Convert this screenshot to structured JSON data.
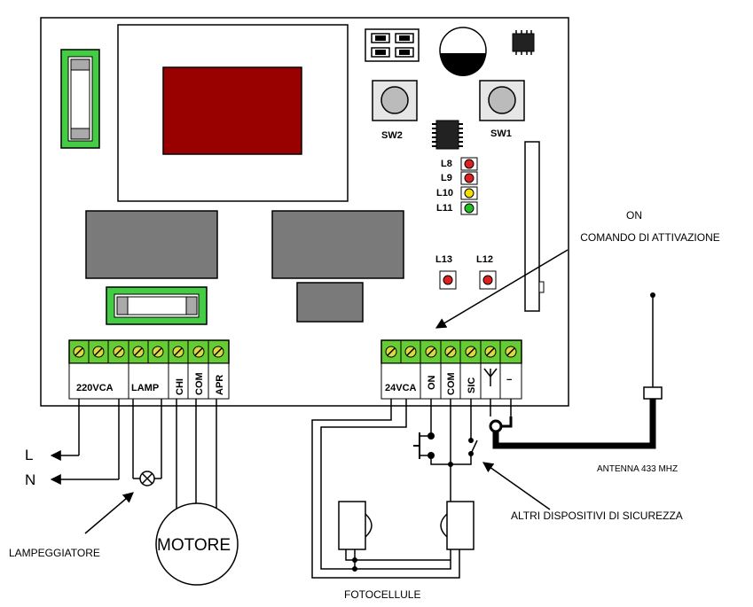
{
  "buttons": {
    "sw1": "SW1",
    "sw2": "SW2"
  },
  "leds": [
    {
      "label": "L8",
      "color": "#e02020"
    },
    {
      "label": "L9",
      "color": "#e02020"
    },
    {
      "label": "L10",
      "color": "#f0e000"
    },
    {
      "label": "L11",
      "color": "#20c020"
    }
  ],
  "leds2": {
    "l13": "L13",
    "l12": "L12"
  },
  "terminals_left": {
    "t1": "220VCA",
    "t2": "LAMP",
    "t3": "CHI",
    "t4": "COM",
    "t5": "APR"
  },
  "terminals_right": {
    "t1": "24VCA",
    "t2": "ON",
    "t3": "COM",
    "t4": "SIC",
    "t5": "−"
  },
  "annotations": {
    "on_line1": "ON",
    "on_line2": "COMANDO DI ATTIVAZIONE",
    "antenna": "ANTENNA 433 MHZ",
    "altri": "ALTRI DISPOSITIVI DI SICUREZZA",
    "lampeggiatore": "LAMPEGGIATORE",
    "fotocellule": "FOTOCELLULE",
    "motore": "MOTORE",
    "l": "L",
    "n": "N"
  },
  "colors": {
    "terminal": "#66cc33",
    "fuse_frame": "#44cc44",
    "display": "#990000",
    "relay": "#7a7a7a"
  }
}
